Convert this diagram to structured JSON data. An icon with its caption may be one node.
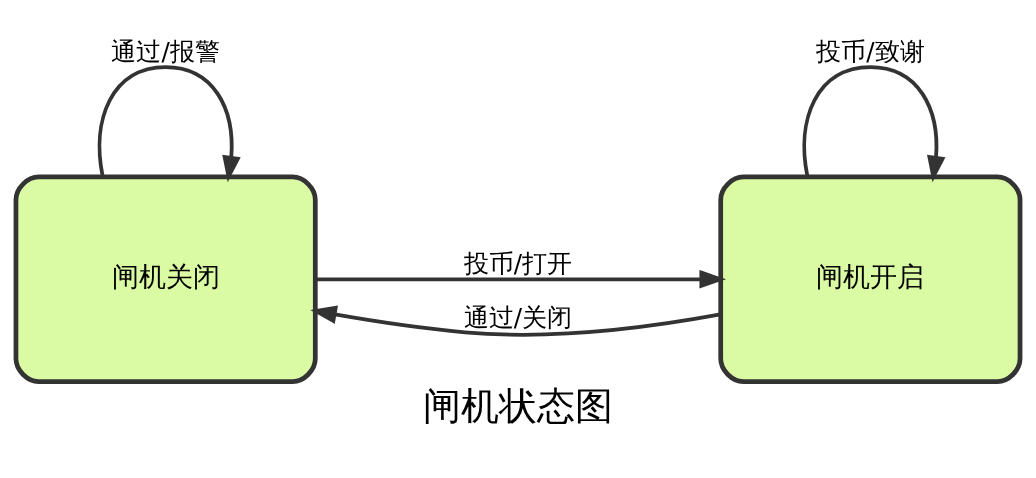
{
  "diagram": {
    "title": "闸机状态图",
    "nodes": [
      {
        "text": [
          "闸机关闭"
        ]
      },
      {
        "text": [
          "闸机开启"
        ]
      }
    ],
    "edges": [
      {
        "from": 0,
        "to": 1,
        "arrow": "to",
        "label": "投币/打开"
      },
      {
        "from": 1,
        "to": 0,
        "arrow": "to",
        "label": "通过/关闭"
      },
      {
        "from": 0,
        "to": 0,
        "arrow": "to",
        "label": "通过/报警"
      },
      {
        "from": 1,
        "to": 1,
        "arrow": "to",
        "label": "投币/致谢"
      }
    ]
  }
}
